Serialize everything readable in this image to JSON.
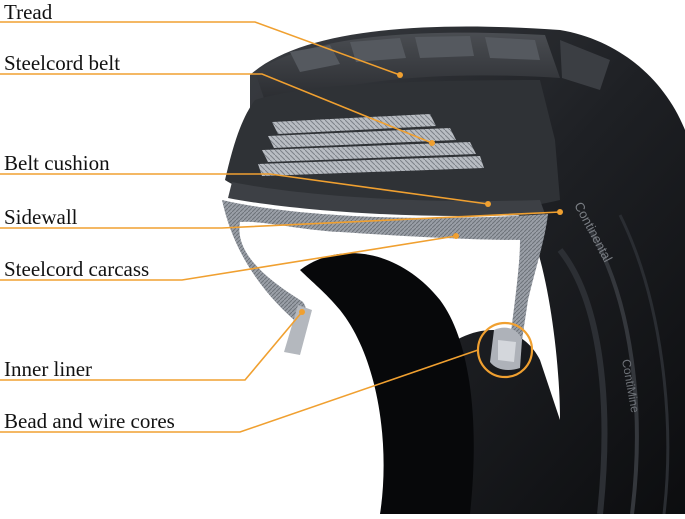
{
  "diagram": {
    "accent_color": "#f0a030",
    "labels": [
      {
        "id": "tread",
        "text": "Tread"
      },
      {
        "id": "steelcord-belt",
        "text": "Steelcord belt"
      },
      {
        "id": "belt-cushion",
        "text": "Belt cushion"
      },
      {
        "id": "sidewall",
        "text": "Sidewall"
      },
      {
        "id": "steelcord-carcass",
        "text": "Steelcord carcass"
      },
      {
        "id": "inner-liner",
        "text": "Inner liner"
      },
      {
        "id": "bead-and-wire-cores",
        "text": "Bead and wire cores"
      }
    ]
  },
  "tire": {
    "brand": "Continental",
    "model": "ContiMine"
  }
}
